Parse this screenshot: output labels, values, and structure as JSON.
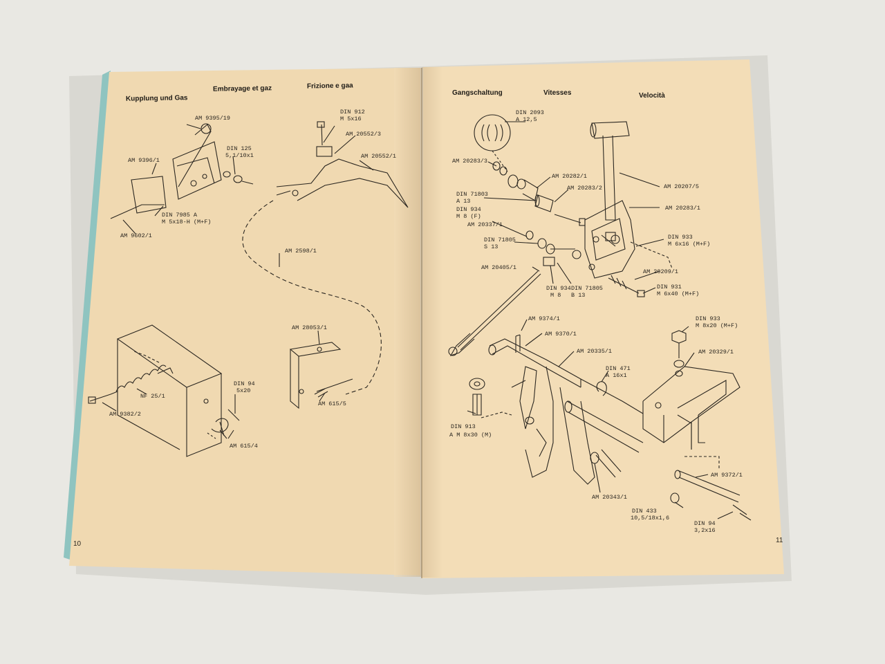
{
  "left_page": {
    "headers": {
      "de": "Kupplung und Gas",
      "fr": "Embrayage et gaz",
      "it": "Frizione e gaa"
    },
    "page_number": "10",
    "labels": {
      "am_9396_1": "AM 9396/1",
      "am_9395_19": "AM 9395/19",
      "din_125_a": "DIN 125",
      "din_125_b": "5,1/10x1",
      "din_7985_a": "DIN 7985 A",
      "din_7985_b": "M 5x18-H (M+F)",
      "am_9602_1": "AM 9602/1",
      "din_912_a": "DIN 912",
      "din_912_b": "M 5x16",
      "am_20552_3": "AM 20552/3",
      "am_20552_1": "AM 20552/1",
      "am_2598_1": "AM 2598/1",
      "am_28053_1": "AM 28053/1",
      "am_615_5": "AM 615/5",
      "din_94_a": "DIN 94",
      "din_94_b": "5x20",
      "nf_25_1": "NF 25/1",
      "am_9382_2": "AM 9382/2",
      "am_615_4": "AM 615/4"
    }
  },
  "right_page": {
    "headers": {
      "de": "Gangschaltung",
      "fr": "Vitesses",
      "it": "Velocità"
    },
    "page_number": "11",
    "labels": {
      "din_2093_a": "DIN 2093",
      "din_2093_b": "A 12,5",
      "am_20283_3": "AM 20283/3",
      "am_20282_1": "AM 20282/1",
      "am_20283_2": "AM 20283/2",
      "am_20207_5": "AM 20207/5",
      "din_71803_a": "DIN 71803",
      "din_71803_b": "A 13",
      "din_934_a": "DIN 934",
      "din_934_b": "M 8 (F)",
      "am_20283_1": "AM 20283/1",
      "am_20337_1": "AM 20337/1",
      "din_71805_s_a": "DIN 71805",
      "din_71805_s_b": "S 13",
      "din_933_a": "DIN 933",
      "din_933_b": "M 6x16 (M+F)",
      "am_20405_1": "AM 20405/1",
      "am_20209_1": "AM 20209/1",
      "din_934_c": "DIN 934",
      "din_934_d": "M 8",
      "din_71805_b_a": "DIN 71805",
      "din_71805_b_b": "B 13",
      "din_931_a": "DIN 931",
      "din_931_b": "M 6x40 (M+F)",
      "am_9374_1": "AM 9374/1",
      "am_9370_1": "AM 9370/1",
      "din_933_c": "DIN 933",
      "din_933_d": "M 8x20 (M+F)",
      "am_20335_1": "AM 20335/1",
      "am_20329_1": "AM 20329/1",
      "din_471_a": "DIN 471",
      "din_471_b": "A 16x1",
      "din_913_a": "DIN 913",
      "din_913_b": "A M 8x30 (M)",
      "am_20343_1": "AM 20343/1",
      "am_9372_1": "AM 9372/1",
      "din_433_a": "DIN 433",
      "din_433_b": "10,5/18x1,6",
      "din_94_c": "DIN 94",
      "din_94_d": "3,2x16"
    }
  },
  "colors": {
    "paper": "#f2dcb6",
    "cover": "#8fc4c0",
    "background": "#e9e8e3",
    "ink": "#2a2620"
  }
}
